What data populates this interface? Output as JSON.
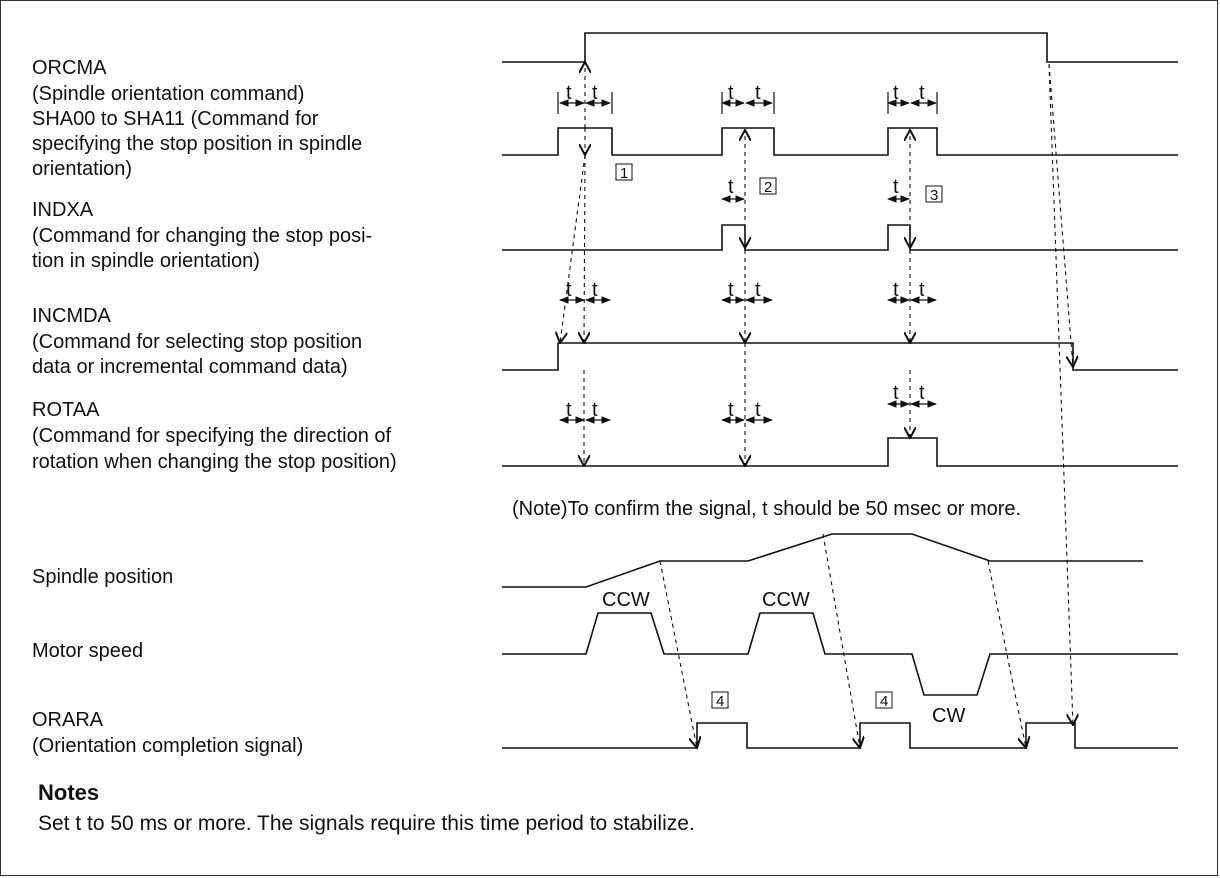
{
  "signals": [
    {
      "name": "ORCMA",
      "desc": "(Spindle orientation command)"
    },
    {
      "name": "SHA00 to SHA11 (Command for",
      "desc": "specifying the stop position in spindle",
      "desc2": "orientation)"
    },
    {
      "name": "INDXA",
      "desc": "(Command for changing the stop posi-",
      "desc2": "tion in spindle orientation)"
    },
    {
      "name": "INCMDA",
      "desc": "(Command for selecting stop position",
      "desc2": "data or incremental command data)"
    },
    {
      "name": "ROTAA",
      "desc": "(Command for specifying the direction of",
      "desc2": "rotation when changing the stop position)"
    },
    {
      "name": "Spindle position"
    },
    {
      "name": "Motor speed"
    },
    {
      "name": "ORARA",
      "desc": "(Orientation completion signal)"
    }
  ],
  "t_label": "t",
  "note_line": "(Note)To confirm the signal, t should be 50 msec or more.",
  "markers": [
    "1",
    "2",
    "3",
    "4",
    "4"
  ],
  "rotation": {
    "ccw": "CCW",
    "cw": "CW"
  },
  "notes": {
    "title": "Notes",
    "text": "Set t to 50 ms or more.  The signals require this time period to stabilize."
  }
}
